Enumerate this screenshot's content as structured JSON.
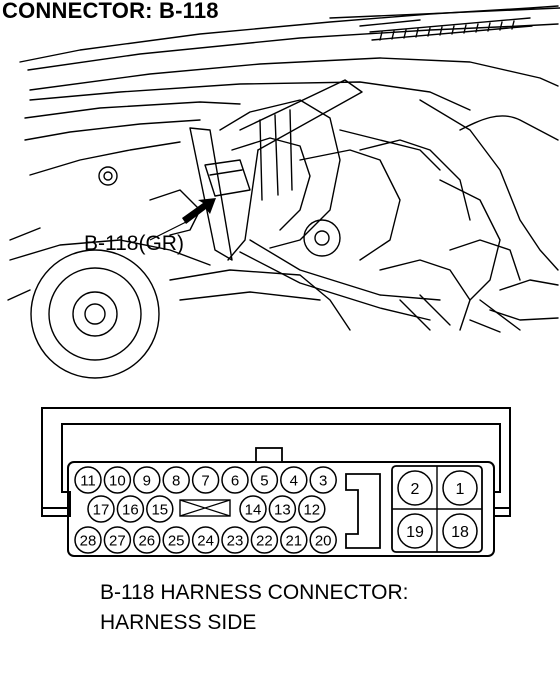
{
  "header": {
    "title": "CONNECTOR: B-118"
  },
  "illustration": {
    "callout": "B-118(GR)"
  },
  "connector": {
    "caption_line1": "B-118 HARNESS CONNECTOR:",
    "caption_line2": "HARNESS SIDE",
    "row1_pins": [
      "11",
      "10",
      "9",
      "8",
      "7",
      "6",
      "5",
      "4",
      "3"
    ],
    "row2_left_pins": [
      "17",
      "16",
      "15"
    ],
    "row2_right_pins": [
      "14",
      "13",
      "12"
    ],
    "row3_pins": [
      "28",
      "27",
      "26",
      "25",
      "24",
      "23",
      "22",
      "21",
      "20"
    ],
    "large_pins_top": [
      "2",
      "1"
    ],
    "large_pins_bottom": [
      "19",
      "18"
    ]
  }
}
